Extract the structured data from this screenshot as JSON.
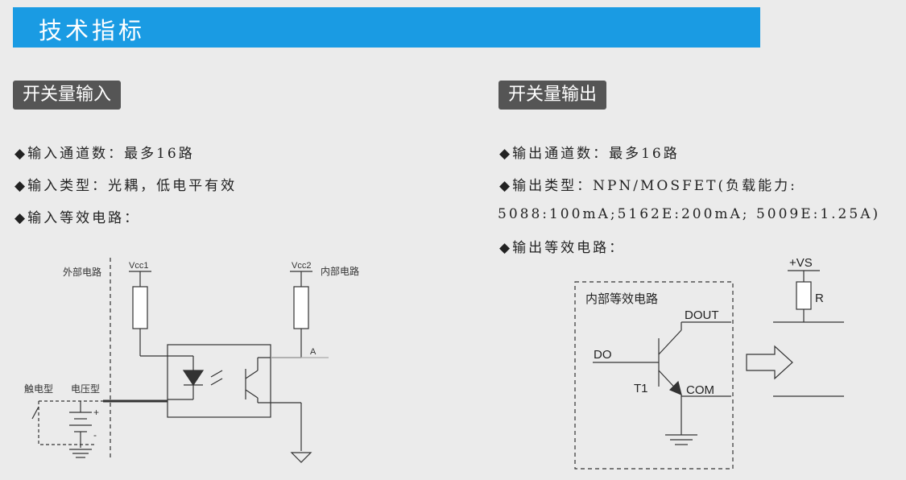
{
  "header": {
    "title": "技术指标"
  },
  "input_section": {
    "tag": "开关量输入",
    "lines": [
      "◆输入通道数：最多16路",
      "◆输入类型：光耦，低电平有效",
      "◆输入等效电路："
    ],
    "diagram": {
      "external_label": "外部电路",
      "vcc1": "Vcc1",
      "vcc2": "Vcc2",
      "internal_label": "内部电路",
      "node_a": "A",
      "touch_type": "触电型",
      "voltage_type": "电压型",
      "plus": "+",
      "minus": "-"
    }
  },
  "output_section": {
    "tag": "开关量输出",
    "lines": [
      "◆输出通道数：最多16路",
      "◆输出类型：NPN/MOSFET(负载能力:",
      "5088:100mA;5162E:200mA; 5009E:1.25A)",
      "◆输出等效电路："
    ],
    "diagram": {
      "internal_label": "内部等效电路",
      "dout": "DOUT",
      "do": "DO",
      "t1": "T1",
      "com": "COM",
      "vs": "+VS",
      "r": "R"
    }
  }
}
